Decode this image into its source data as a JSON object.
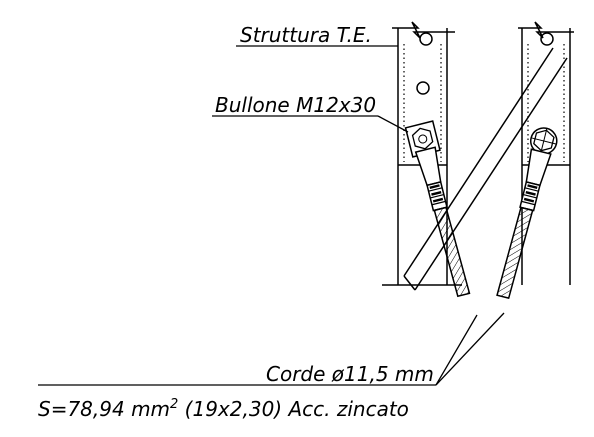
{
  "labels": {
    "structure": "Struttura T.E.",
    "bolt": "Bullone M12x30",
    "cord": "Corde ø11,5 mm",
    "section_prefix": "S=78,94 mm",
    "section_exp": "2",
    "section_suffix": " (19x2,30) Acc. zincato"
  },
  "colors": {
    "line": "#000000",
    "background": "#ffffff"
  }
}
